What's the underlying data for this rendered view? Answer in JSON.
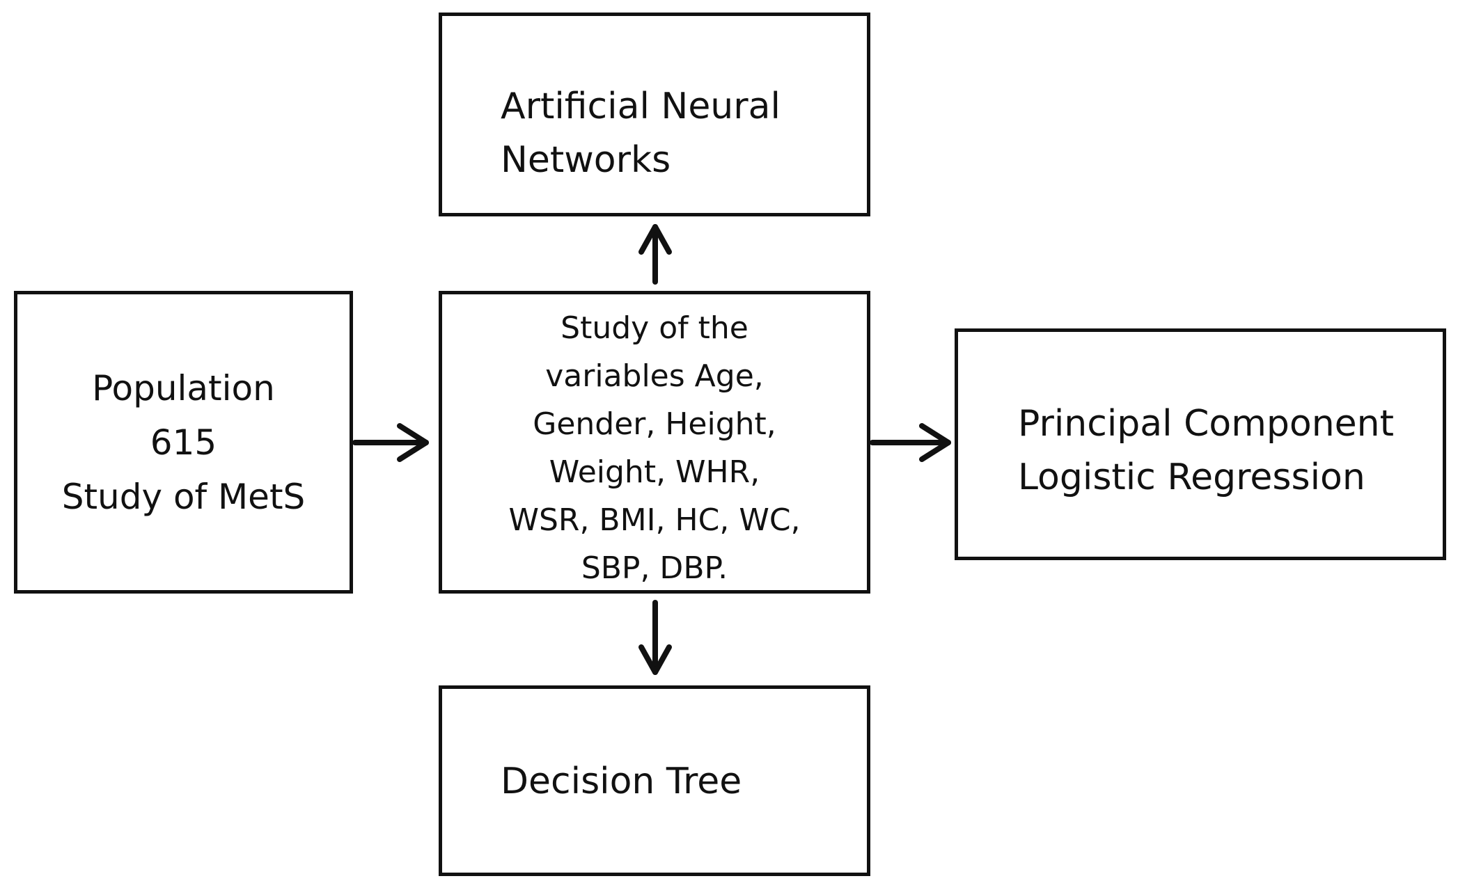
{
  "diagram": {
    "nodes": {
      "population": {
        "lines": [
          "Population",
          "615",
          "Study of MetS"
        ]
      },
      "variables": {
        "lines": [
          "Study of the",
          "variables Age,",
          "Gender, Height,",
          "Weight, WHR,",
          "WSR, BMI, HC, WC,",
          "SBP, DBP."
        ]
      },
      "ann": {
        "lines": [
          "Artificial Neural",
          "Networks"
        ]
      },
      "pclr": {
        "lines": [
          "Principal Component",
          "Logistic Regression"
        ]
      },
      "decision_tree": {
        "lines": [
          "Decision Tree"
        ]
      }
    },
    "edges": [
      {
        "from": "population",
        "to": "variables"
      },
      {
        "from": "variables",
        "to": "ann"
      },
      {
        "from": "variables",
        "to": "pclr"
      },
      {
        "from": "variables",
        "to": "decision_tree"
      }
    ],
    "colors": {
      "stroke": "#111111",
      "background": "#ffffff"
    }
  }
}
